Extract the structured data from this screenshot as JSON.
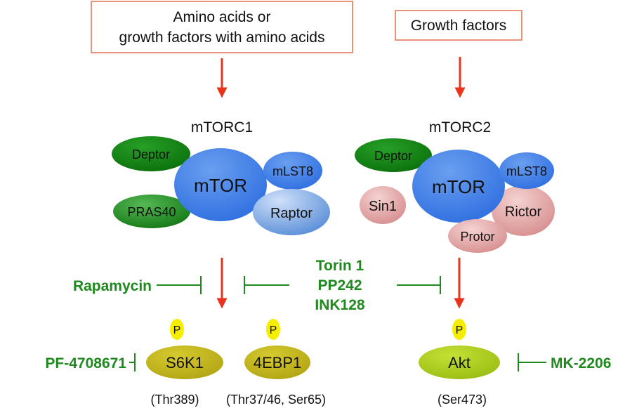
{
  "inputs": {
    "mtorc1_line1": "Amino acids or",
    "mtorc1_line2": "growth factors with amino acids",
    "mtorc2": "Growth factors"
  },
  "complexes": {
    "mtorc1": {
      "title": "mTORC1",
      "mtor": "mTOR",
      "deptor": "Deptor",
      "mlst8": "mLST8",
      "pras40": "PRAS40",
      "raptor": "Raptor"
    },
    "mtorc2": {
      "title": "mTORC2",
      "mtor": "mTOR",
      "deptor": "Deptor",
      "mlst8": "mLST8",
      "sin1": "Sin1",
      "rictor": "Rictor",
      "protor": "Protor"
    }
  },
  "inhibitors": {
    "rapamycin": "Rapamycin",
    "torin1": "Torin 1",
    "pp242": "PP242",
    "ink128": "INK128",
    "pf4708671": "PF-4708671",
    "mk2206": "MK-2206"
  },
  "substrates": {
    "phospho_label": "P",
    "s6k1": "S6K1",
    "fourebp1": "4EBP1",
    "akt": "Akt"
  },
  "sites": {
    "s6k1": "(Thr389)",
    "fourebp1": "(Thr37/46, Ser65)",
    "akt": "(Ser473)"
  },
  "colors": {
    "arrow": "#e8341c",
    "inhibitor_green": "#1e8a1e",
    "mtor_blue": "#3f7fe8",
    "deptor_green": "#148014",
    "raptor_blue": "#6e9fe0",
    "rictor_pink": "#e1a0a0",
    "substrate_olive": "#c2b51b",
    "akt_green": "#a9cc15",
    "phospho_yellow": "#f5ee00"
  }
}
